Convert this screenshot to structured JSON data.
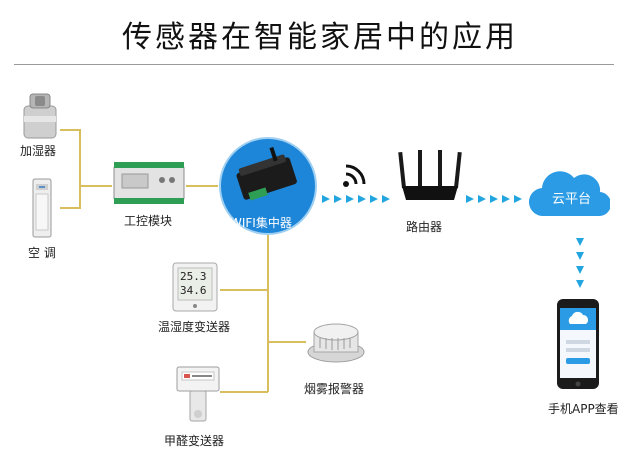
{
  "title": "传感器在智能家居中的应用",
  "devices": {
    "humidifier": "加湿器",
    "air_conditioner": "空 调",
    "control_module": "工控模块",
    "hub": "WIFI集中器",
    "router": "路由器",
    "cloud": "云平台",
    "thermo_sensor": "温湿度变送器",
    "smoke_alarm": "烟雾报警器",
    "formaldehyde_sensor": "甲醛变送器",
    "phone_app": "手机APP查看"
  },
  "thermo_display": {
    "temp": "25.3",
    "humidity": "34.6"
  },
  "colors": {
    "line": "#d8be5c",
    "arrow": "#23a6e0",
    "hub_bg": "#1e86d8",
    "cloud": "#2a9be4"
  }
}
